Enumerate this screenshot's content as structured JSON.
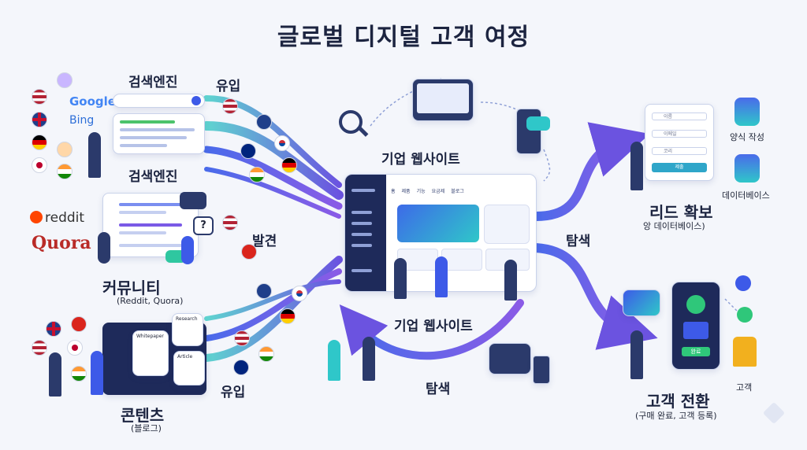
{
  "title": "글로벌 디지털 고객 여정",
  "sources": {
    "search": {
      "label_top": "검색엔진",
      "label_bottom": "검색엔진",
      "google": "Google",
      "bing": "Bing"
    },
    "community": {
      "label": "커뮤니티",
      "sub": "(Reddit, Quora)",
      "reddit": "reddit",
      "quora": "Quora"
    },
    "content": {
      "label": "콘텐츠",
      "sub": "(블로그)",
      "doc1": "Whitepaper",
      "doc2": "Article",
      "doc3": "Research"
    }
  },
  "flows": {
    "inflow_top": "유입",
    "discover": "발견",
    "inflow_bottom": "유입",
    "explore_right": "탐색",
    "explore_bottom": "탐색"
  },
  "website": {
    "label_top": "기업 웹사이트",
    "label_bottom": "기업 웹사이트",
    "nav": [
      "홈",
      "제품",
      "기능",
      "요금제",
      "블로그"
    ]
  },
  "lead": {
    "label": "리드 확보",
    "sub": "앙 데이터베이스)",
    "form_fields": [
      "이름",
      "이메일",
      "코리"
    ],
    "submit": "제출",
    "db1_label": "양식 작성",
    "db2_label": "데이터베이스"
  },
  "conversion": {
    "label": "고객 전환",
    "sub": "(구매 완료, 고객 등록)",
    "button": "완료",
    "trophy_label": "고객"
  },
  "colors": {
    "accent": "#3d5ae8",
    "teal": "#2fc7c9",
    "purple": "#7a5ae6",
    "navy": "#1c2440"
  }
}
